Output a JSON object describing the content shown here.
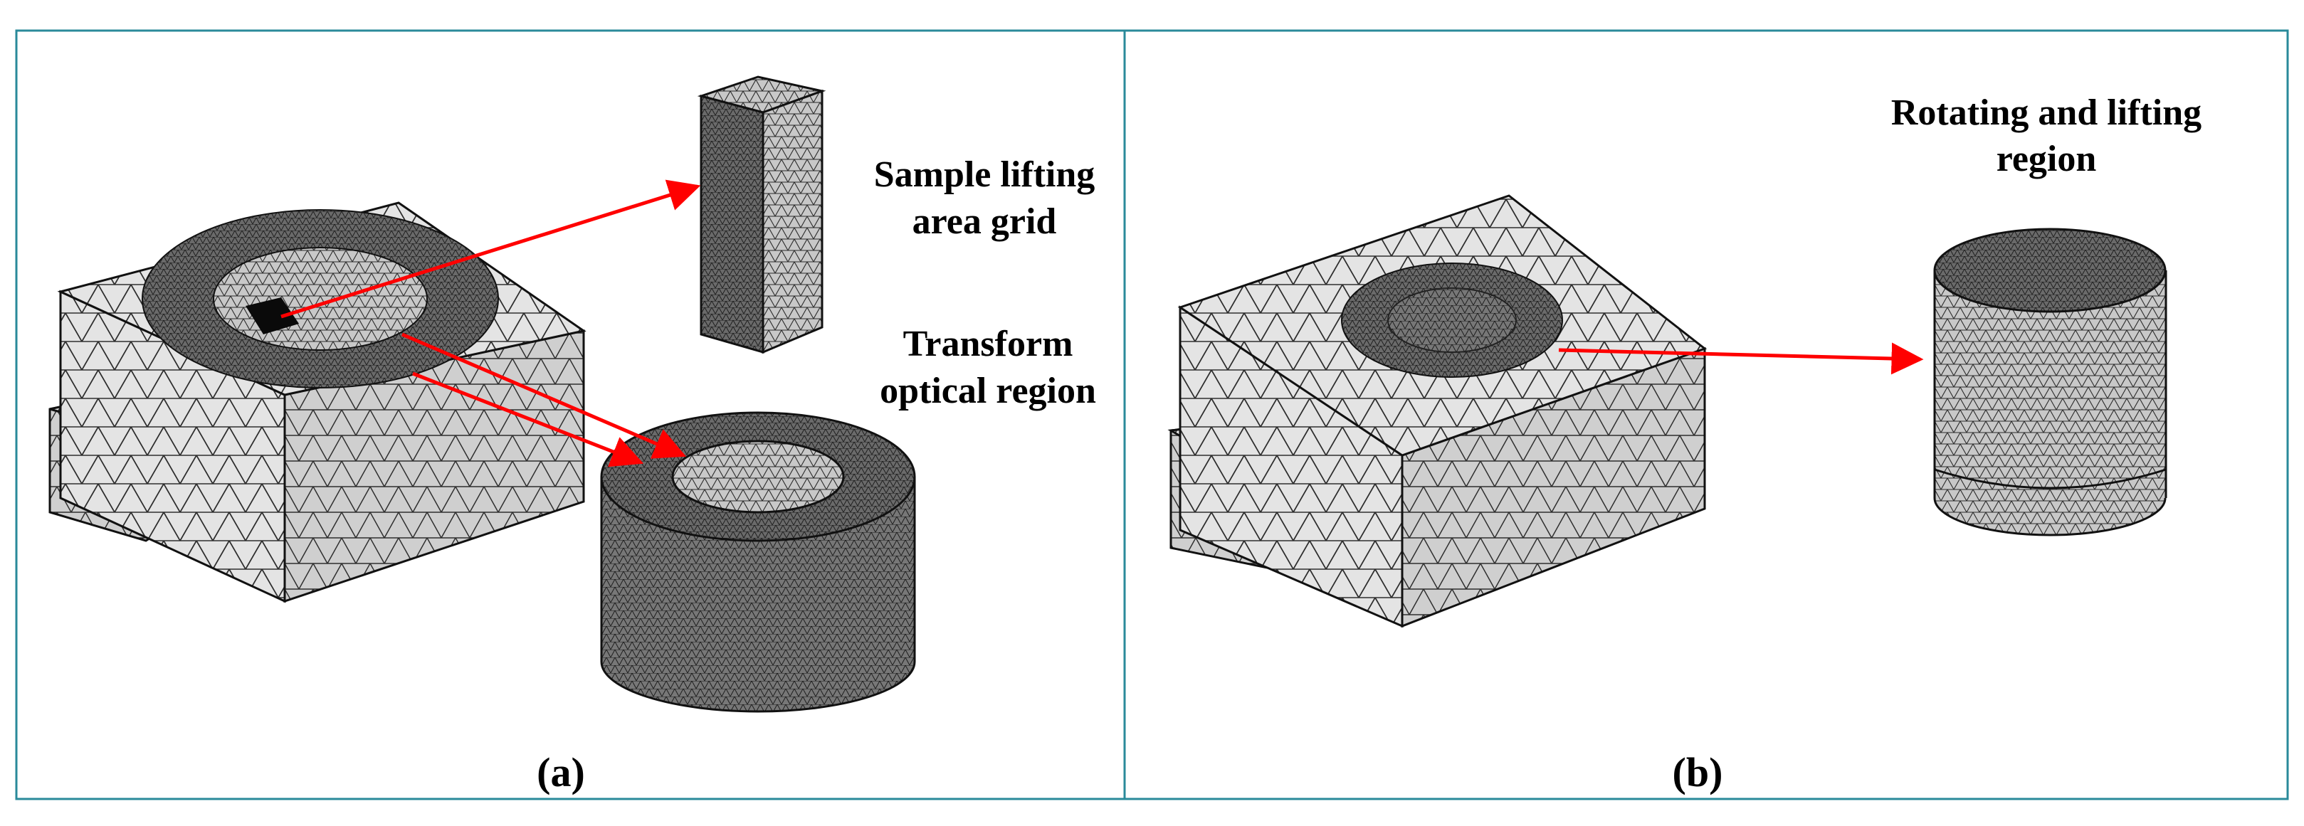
{
  "panels": [
    {
      "caption": "(a)",
      "labels": {
        "sample_line1": "Sample lifting",
        "sample_line2": "area grid",
        "transform_line1": "Transform",
        "transform_line2": "optical region"
      }
    },
    {
      "caption": "(b)",
      "labels": {
        "rotating_line1": "Rotating and lifting",
        "rotating_line2": "region"
      }
    }
  ],
  "colors": {
    "frame": "#2a8a9a",
    "arrow": "#ff0000",
    "mesh_light": "#e2e2e2",
    "mesh_mid": "#bdbdbd",
    "mesh_dark": "#4a4a4a",
    "mesh_line": "#333333"
  }
}
